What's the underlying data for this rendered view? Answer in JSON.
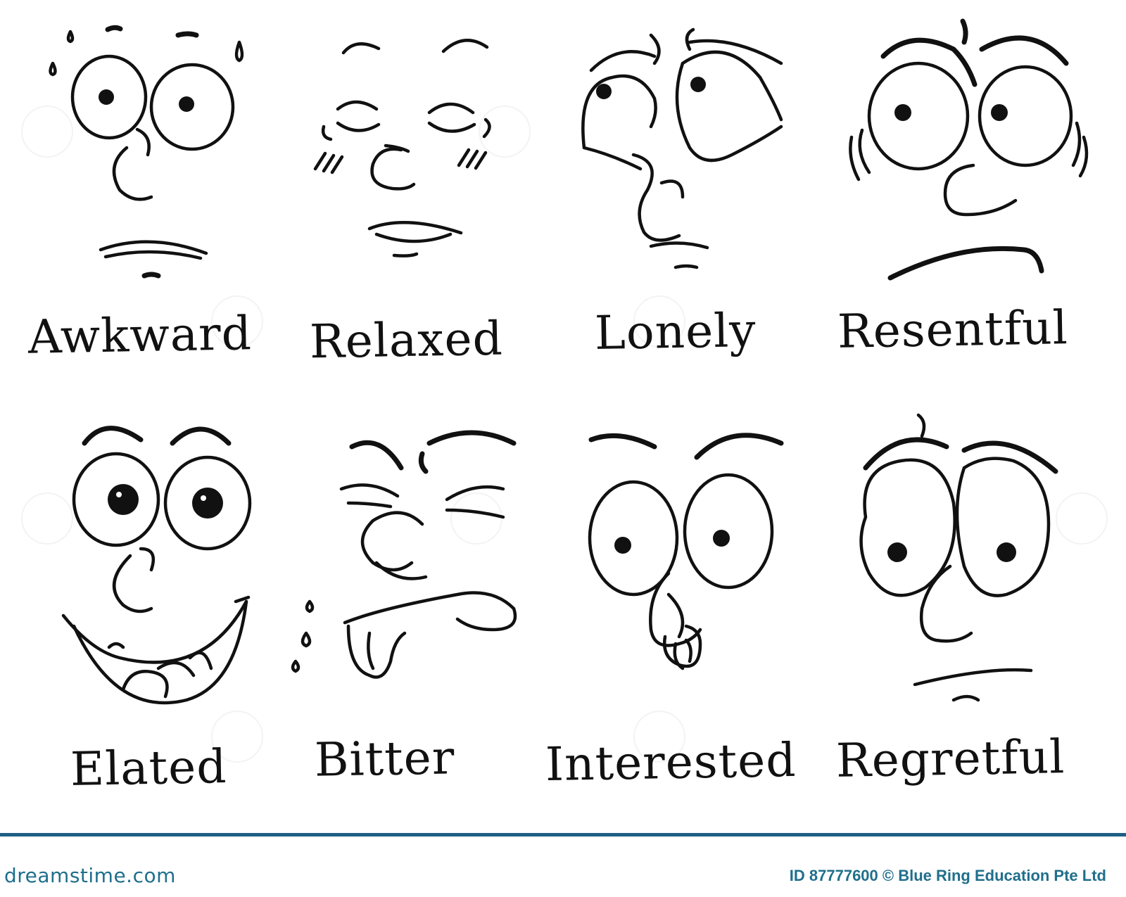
{
  "faces": [
    {
      "icon": "awkward-face-icon",
      "label": "Awkward"
    },
    {
      "icon": "relaxed-face-icon",
      "label": "Relaxed"
    },
    {
      "icon": "lonely-face-icon",
      "label": "Lonely"
    },
    {
      "icon": "resentful-face-icon",
      "label": "Resentful"
    },
    {
      "icon": "elated-face-icon",
      "label": "Elated"
    },
    {
      "icon": "bitter-face-icon",
      "label": "Bitter"
    },
    {
      "icon": "interested-face-icon",
      "label": "Interested"
    },
    {
      "icon": "regretful-face-icon",
      "label": "Regretful"
    }
  ],
  "footer": {
    "brand": "dreamstime.com",
    "credit": "ID 87777600 © Blue Ring Education Pte Ltd"
  },
  "colors": {
    "ink": "#111111",
    "footer_bar": "#1f5f85",
    "footer_text": "#1f6f8c",
    "background": "#ffffff"
  }
}
